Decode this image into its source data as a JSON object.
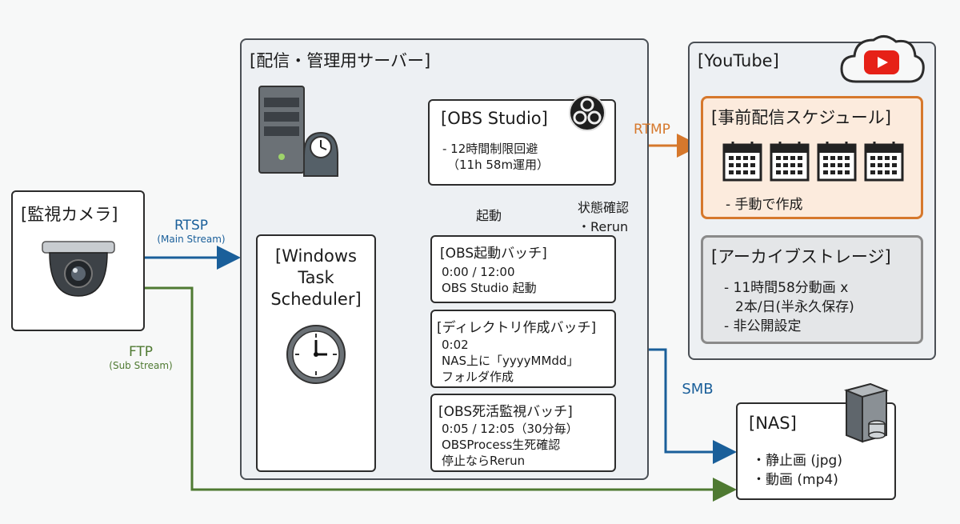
{
  "camera": {
    "title": "[監視カメラ]"
  },
  "server": {
    "title": "[配信・管理用サーバー]"
  },
  "obs": {
    "title": "[OBS Studio]",
    "lines": [
      "- 12時間制限回避",
      "（11h 58m運用）"
    ]
  },
  "scheduler": {
    "lines": [
      "[Windows",
      "Task",
      "Scheduler]"
    ]
  },
  "batch1": {
    "title": "[OBS起動バッチ]",
    "lines": [
      "0:00 / 12:00",
      "OBS Studio 起動"
    ]
  },
  "batch2": {
    "title": "[ディレクトリ作成バッチ]",
    "lines": [
      "0:02",
      "NAS上に「yyyyMMdd」",
      "フォルダ作成"
    ]
  },
  "batch3": {
    "title": "[OBS死活監視バッチ]",
    "lines": [
      "0:05 / 12:05（30分毎）",
      "OBSProcess生死確認",
      "停止ならRerun"
    ]
  },
  "youtube": {
    "title": "[YouTube]"
  },
  "schedule": {
    "title": "[事前配信スケジュール]",
    "note": "- 手動で作成"
  },
  "archive": {
    "title": "[アーカイブストレージ]",
    "lines": [
      "- 11時間58分動画 x",
      "2本/日(半永久保存)",
      "- 非公開設定"
    ]
  },
  "nas": {
    "title": "[NAS]",
    "lines": [
      "・静止画 (jpg)",
      "・動画 (mp4)"
    ]
  },
  "edges": {
    "rtsp": "RTSP",
    "rtsp_sub": "(Main Stream)",
    "ftp": "FTP",
    "ftp_sub": "(Sub Stream)",
    "rtmp": "RTMP",
    "smb": "SMB",
    "launch": "起動",
    "status_1": "状態確認",
    "status_2": "・Rerun"
  },
  "colors": {
    "rtsp": "#1a5f9a",
    "ftp": "#4f7a32",
    "rtmp": "#d6782c",
    "smb": "#1a5f9a",
    "schedule_border": "#d6782c",
    "archive_border": "#8a8a8a"
  },
  "icons": [
    "camera-icon",
    "server-icon",
    "clock-icon",
    "obs-logo-icon",
    "cloud-icon",
    "youtube-logo-icon",
    "calendar-icon",
    "nas-server-icon"
  ]
}
